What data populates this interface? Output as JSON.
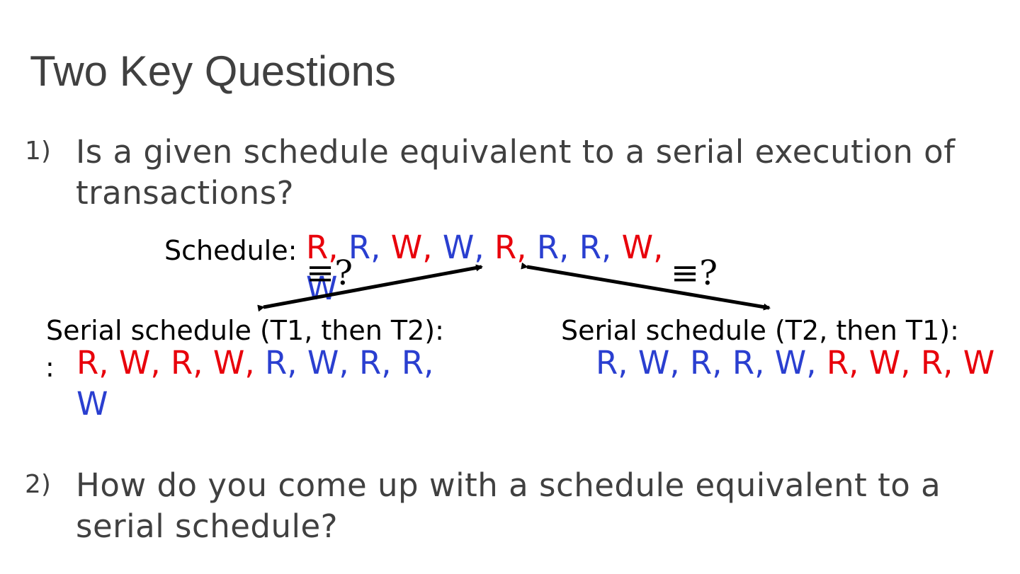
{
  "title": "Two Key Questions",
  "colors": {
    "t1": "#e8000b",
    "t2": "#2a3fd0",
    "body_text": "#404040"
  },
  "question1": {
    "number": "1)",
    "text": "Is a given schedule equivalent to a serial execution of transactions?"
  },
  "question2": {
    "number": "2)",
    "text": "How do you come up with a schedule equivalent to a serial schedule?"
  },
  "schedule": {
    "label": "Schedule:",
    "ops": [
      {
        "op": "R",
        "txn": "t1"
      },
      {
        "op": "R",
        "txn": "t2"
      },
      {
        "op": "W",
        "txn": "t1"
      },
      {
        "op": "W",
        "txn": "t2"
      },
      {
        "op": "R",
        "txn": "t1"
      },
      {
        "op": "R",
        "txn": "t2"
      },
      {
        "op": "R",
        "txn": "t2"
      },
      {
        "op": "W",
        "txn": "t1"
      },
      {
        "op": "W",
        "txn": "t2"
      }
    ]
  },
  "equivalence_left": "≡?",
  "equivalence_right": "≡?",
  "serial_left": {
    "label": "Serial schedule (T1, then T2):",
    "prefix": ":",
    "ops": [
      {
        "op": "R",
        "txn": "t1"
      },
      {
        "op": "W",
        "txn": "t1"
      },
      {
        "op": "R",
        "txn": "t1"
      },
      {
        "op": "W",
        "txn": "t1"
      },
      {
        "op": "R",
        "txn": "t2"
      },
      {
        "op": "W",
        "txn": "t2"
      },
      {
        "op": "R",
        "txn": "t2"
      },
      {
        "op": "R",
        "txn": "t2"
      },
      {
        "op": "W",
        "txn": "t2"
      }
    ]
  },
  "serial_right": {
    "label": "Serial schedule (T2, then T1):",
    "ops": [
      {
        "op": "R",
        "txn": "t2"
      },
      {
        "op": "W",
        "txn": "t2"
      },
      {
        "op": "R",
        "txn": "t2"
      },
      {
        "op": "R",
        "txn": "t2"
      },
      {
        "op": "W",
        "txn": "t2"
      },
      {
        "op": "R",
        "txn": "t1"
      },
      {
        "op": "W",
        "txn": "t1"
      },
      {
        "op": "R",
        "txn": "t1"
      },
      {
        "op": "W",
        "txn": "t1"
      }
    ]
  }
}
